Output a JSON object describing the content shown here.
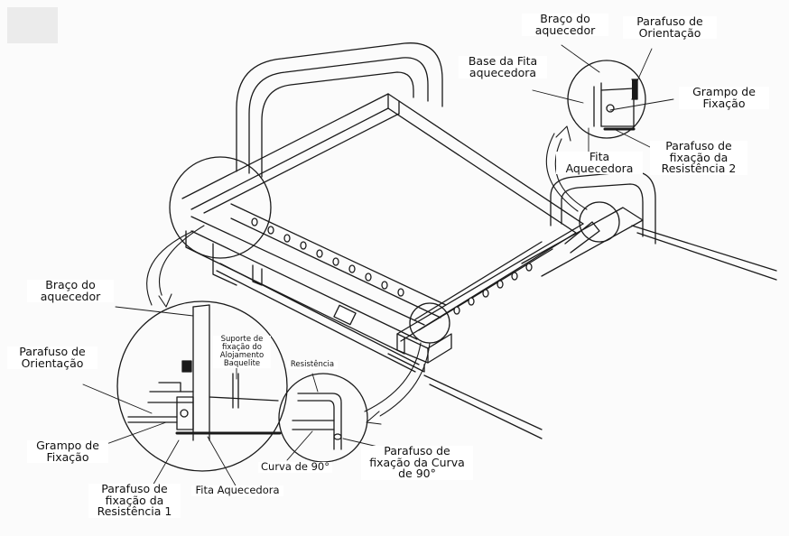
{
  "labels": {
    "braco_top": [
      "Braço do",
      "aquecedor"
    ],
    "parafuso_orientacao_top": [
      "Parafuso de",
      "Orientação"
    ],
    "base_fita": [
      "Base da Fita",
      "aquecedora"
    ],
    "grampo_top": [
      "Grampo de",
      "Fixação"
    ],
    "fita_top": [
      "Fita",
      "Aquecedora"
    ],
    "parafuso_resistencia2": [
      "Parafuso de",
      "fixação da",
      "Resistência 2"
    ],
    "braco_left": [
      "Braço do",
      "aquecedor"
    ],
    "parafuso_orientacao_left": [
      "Parafuso de",
      "Orientação"
    ],
    "suporte": [
      "Suporte de",
      "fixação do",
      "Alojamento",
      "Baquelite"
    ],
    "resistencia": [
      "Resistência"
    ],
    "grampo_left": [
      "Grampo de",
      "Fixação"
    ],
    "parafuso_resistencia1": [
      "Parafuso de",
      "fixação da",
      "Resistência 1"
    ],
    "fita_bottom": [
      "Fita Aquecedora"
    ],
    "curva90": [
      "Curva de 90°"
    ],
    "parafuso_curva": [
      "Parafuso de",
      "fixação da Curva",
      "de 90°"
    ]
  }
}
